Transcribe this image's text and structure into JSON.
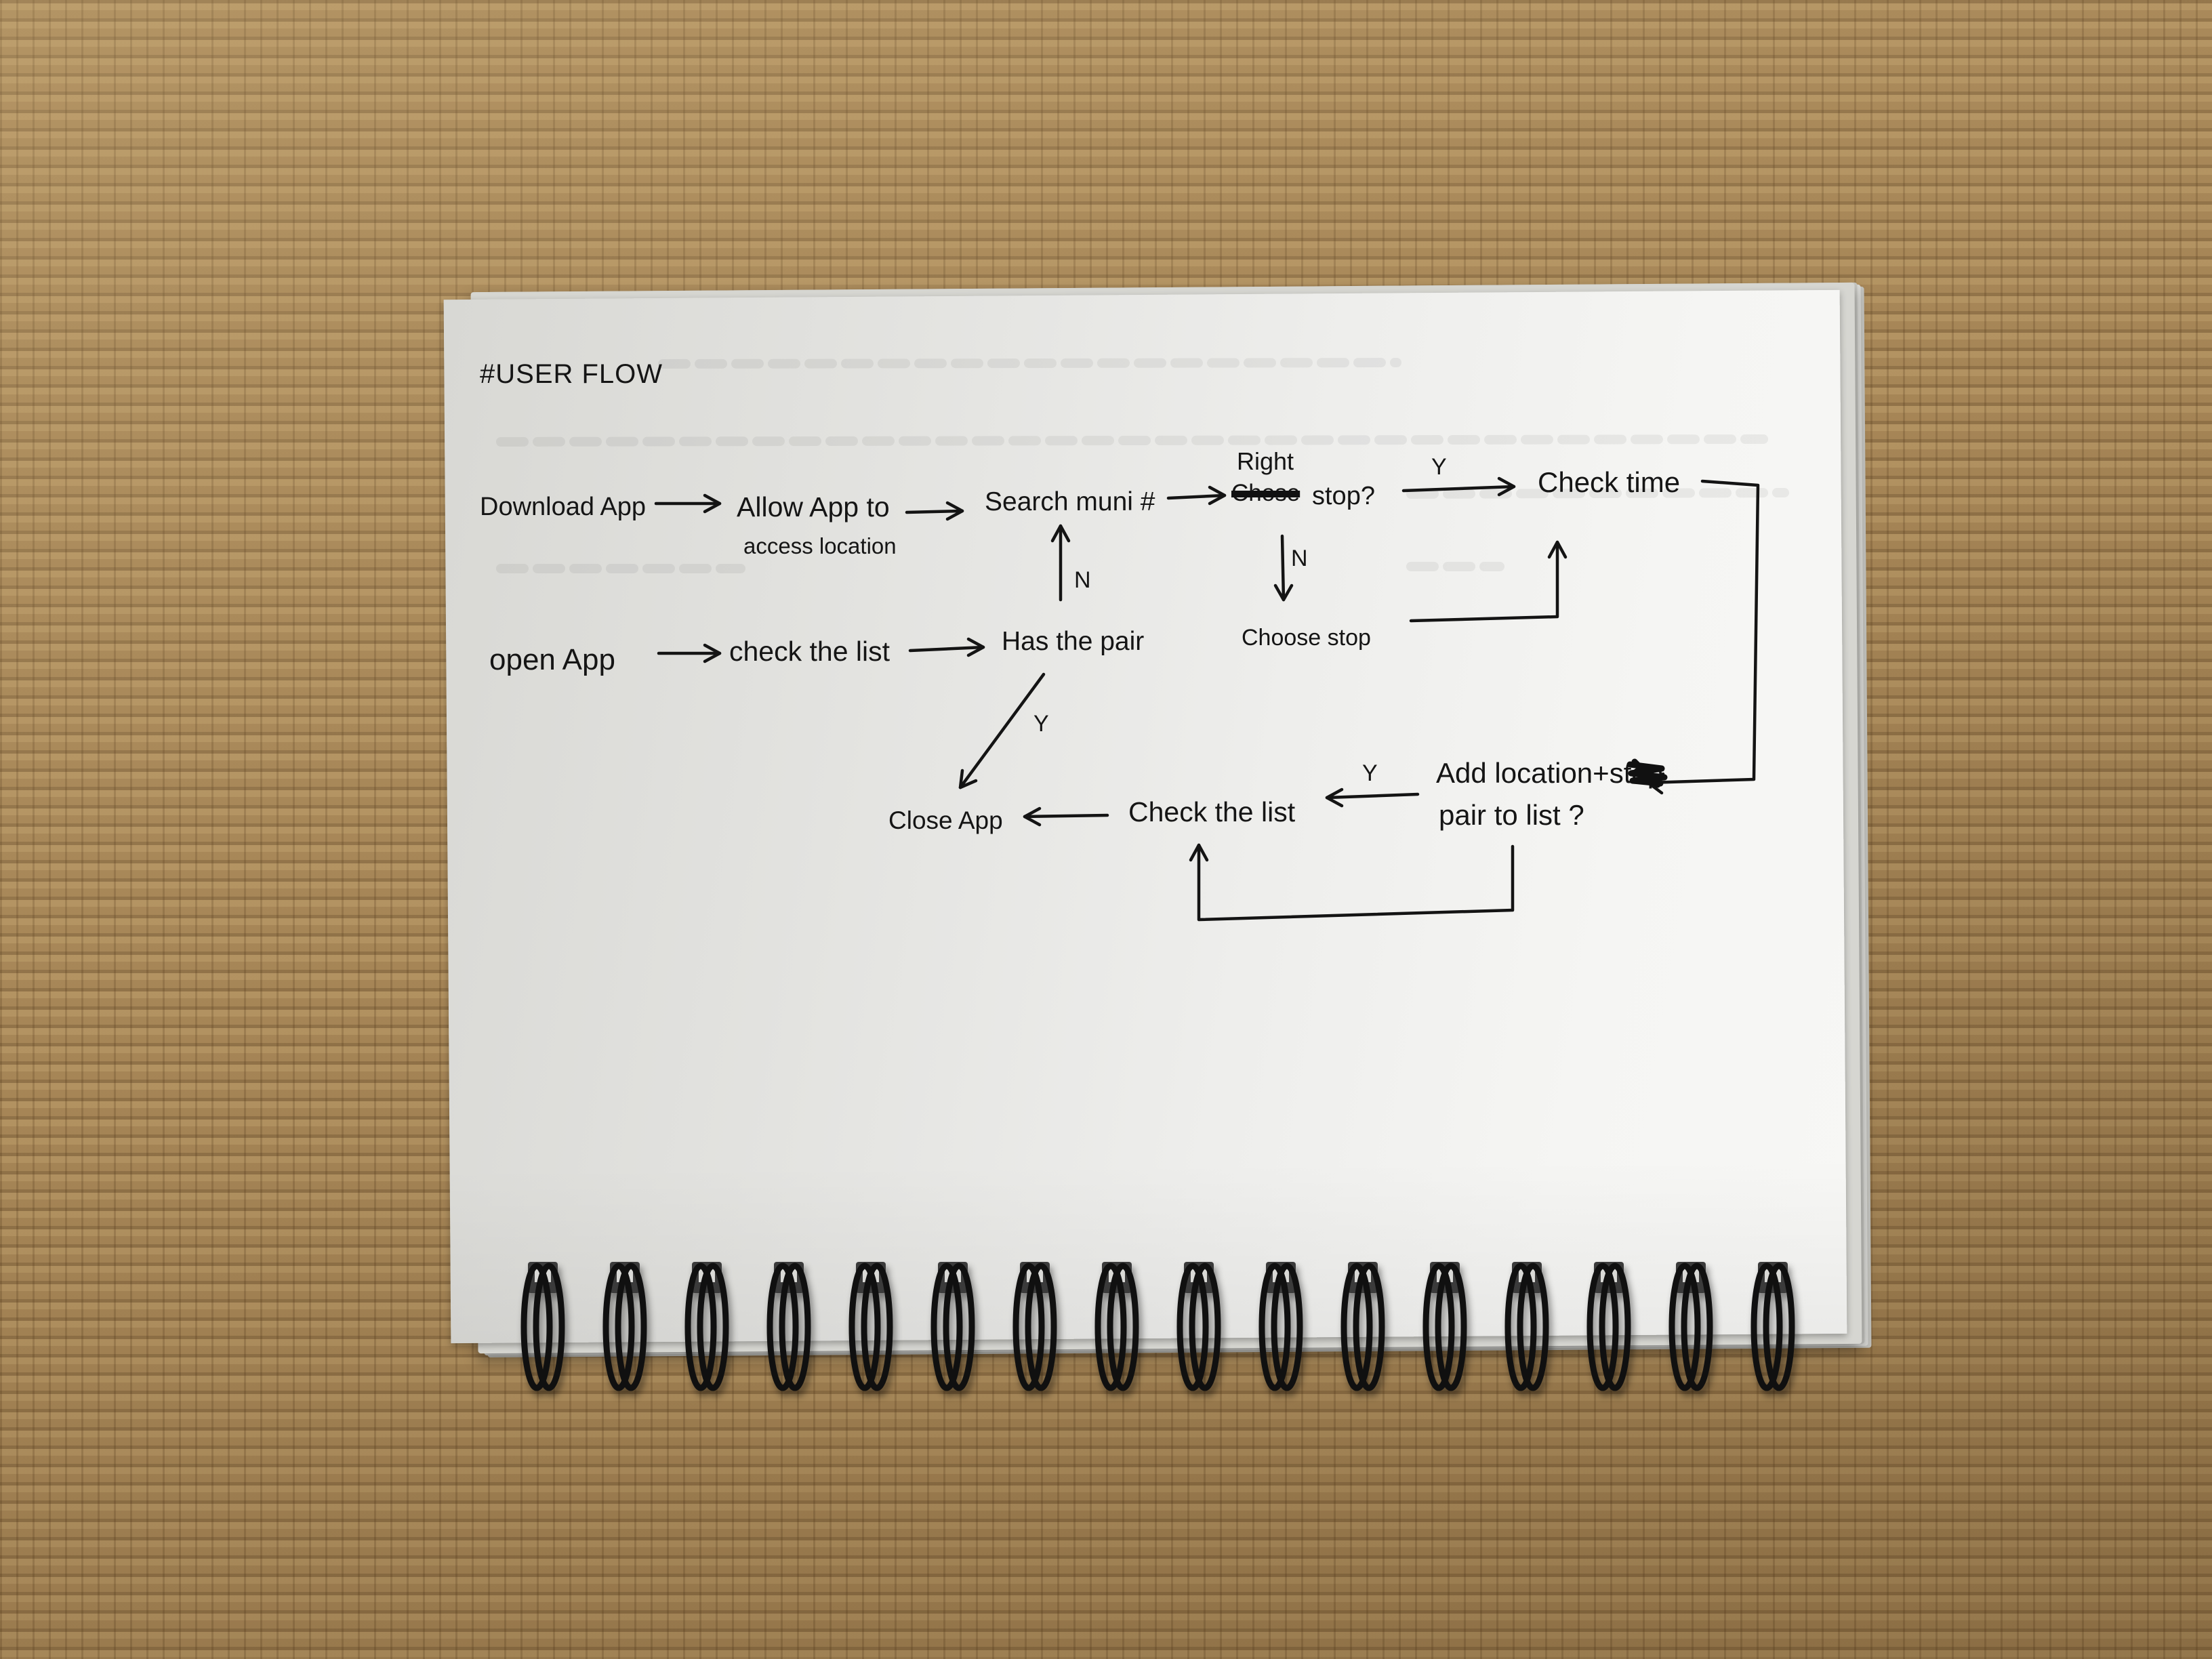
{
  "title": "#USER FLOW",
  "nodes": {
    "download_app": "Download App",
    "allow_app_line1": "Allow App to",
    "allow_app_line2": "access location",
    "search_muni": "Search muni #",
    "right_label": "Right",
    "chose_struck": "Chose",
    "stop_question": "stop?",
    "check_time": "Check time",
    "choose_stop": "Choose stop",
    "open_app": "open App",
    "check_the_list_top": "check the list",
    "has_the_pair": "Has the pair",
    "close_app": "Close App",
    "check_the_list_bottom": "Check the list",
    "add_pair_line1": "Add location+stop",
    "add_pair_line2": "pair to list ?"
  },
  "edge_labels": {
    "right_stop_yes": "Y",
    "right_stop_no": "N",
    "has_pair_no": "N",
    "has_pair_yes": "Y",
    "add_pair_yes": "Y"
  },
  "colors": {
    "ink": "#151515",
    "paper": "#f3f3f1",
    "mat": "#ad8c5c",
    "ring": "#101010"
  }
}
